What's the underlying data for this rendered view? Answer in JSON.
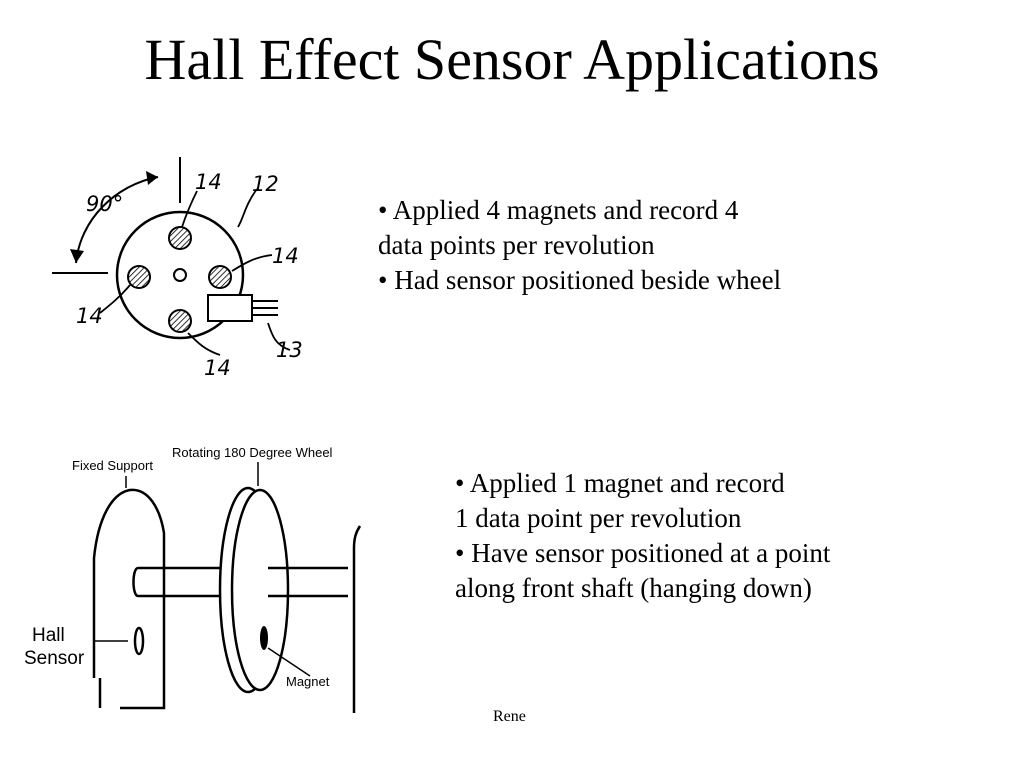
{
  "slide": {
    "title": "Hall Effect Sensor Applications",
    "top_bullets": [
      "• Applied 4 magnets and record 4",
      "data points per revolution",
      "• Had sensor positioned beside wheel"
    ],
    "bottom_bullets": [
      "• Applied 1 magnet and record",
      "1 data point per revolution",
      "• Have sensor positioned at a point",
      "along front shaft (hanging down)"
    ],
    "footer": "Rene"
  },
  "figure_top": {
    "angle_label": "90°",
    "callouts": [
      "14",
      "12",
      "14",
      "14",
      "14",
      "13"
    ]
  },
  "figure_bottom": {
    "fixed_support_label": "Fixed Support",
    "wheel_label": "Rotating 180 Degree Wheel",
    "hall_sensor_label_line1": "Hall",
    "hall_sensor_label_line2": "Sensor",
    "magnet_label": "Magnet"
  }
}
